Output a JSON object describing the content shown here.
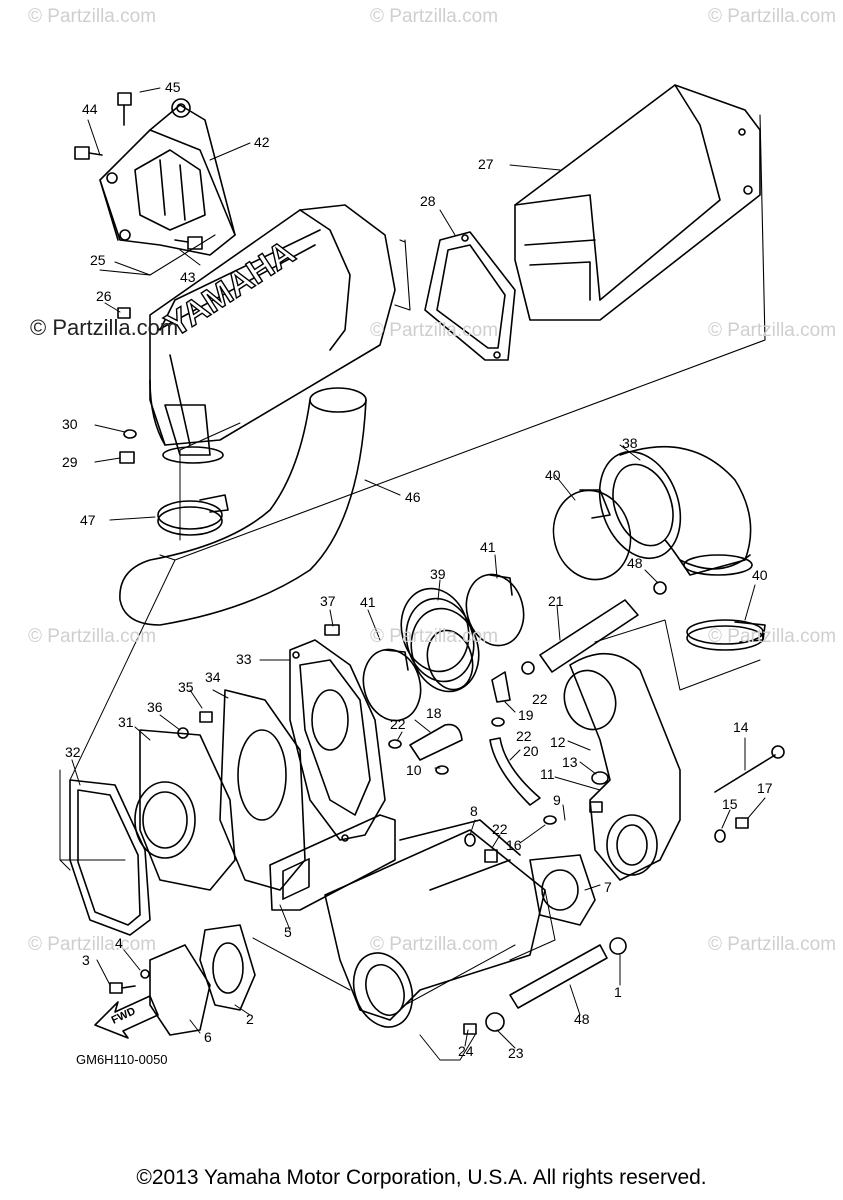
{
  "watermark": {
    "text": "© Partzilla.com",
    "main_text": "© Partzilla.com"
  },
  "diagram_code": "GM6H110-0050",
  "direction_label": "FWD",
  "brand_on_part": "YAMAHA",
  "copyright": "©2013 Yamaha Motor Corporation, U.S.A. All rights reserved.",
  "callouts": [
    "45",
    "44",
    "42",
    "27",
    "28",
    "25",
    "26",
    "43",
    "30",
    "29",
    "47",
    "46",
    "38",
    "40",
    "48",
    "40",
    "41",
    "39",
    "21",
    "37",
    "41",
    "33",
    "34",
    "35",
    "36",
    "22",
    "19",
    "18",
    "22",
    "31",
    "22",
    "20",
    "12",
    "13",
    "14",
    "32",
    "10",
    "11",
    "9",
    "8",
    "22",
    "16",
    "15",
    "17",
    "7",
    "5",
    "4",
    "3",
    "6",
    "2",
    "24",
    "23",
    "48",
    "1"
  ]
}
